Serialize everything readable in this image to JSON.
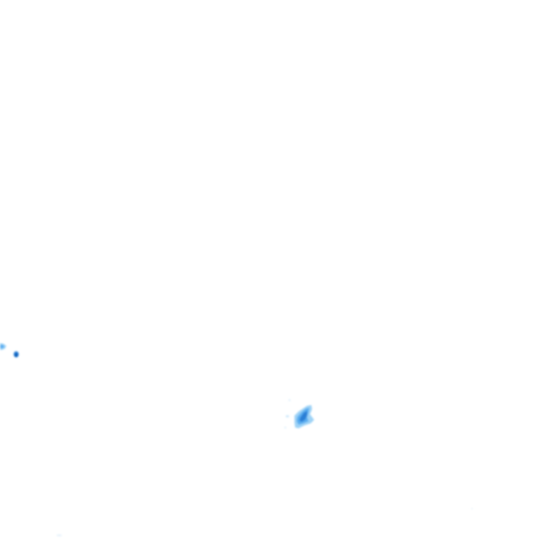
{
  "map": {
    "type": "precipitation-radar-overlay",
    "background_color": "#ffffff",
    "intensity_palette": {
      "light": "#9fd3f6",
      "moderate": "#5aaef0",
      "heavy": "#2b7fd6",
      "intense": "#0f5fb8"
    },
    "echoes": [
      {
        "id": "echo-west-small",
        "intensity": "light"
      },
      {
        "id": "echo-west-dot",
        "intensity": "intense"
      },
      {
        "id": "echo-central-cell",
        "intensity": "heavy"
      },
      {
        "id": "echo-central-fringe",
        "intensity": "light"
      },
      {
        "id": "echo-bottom-trace",
        "intensity": "light"
      }
    ]
  }
}
